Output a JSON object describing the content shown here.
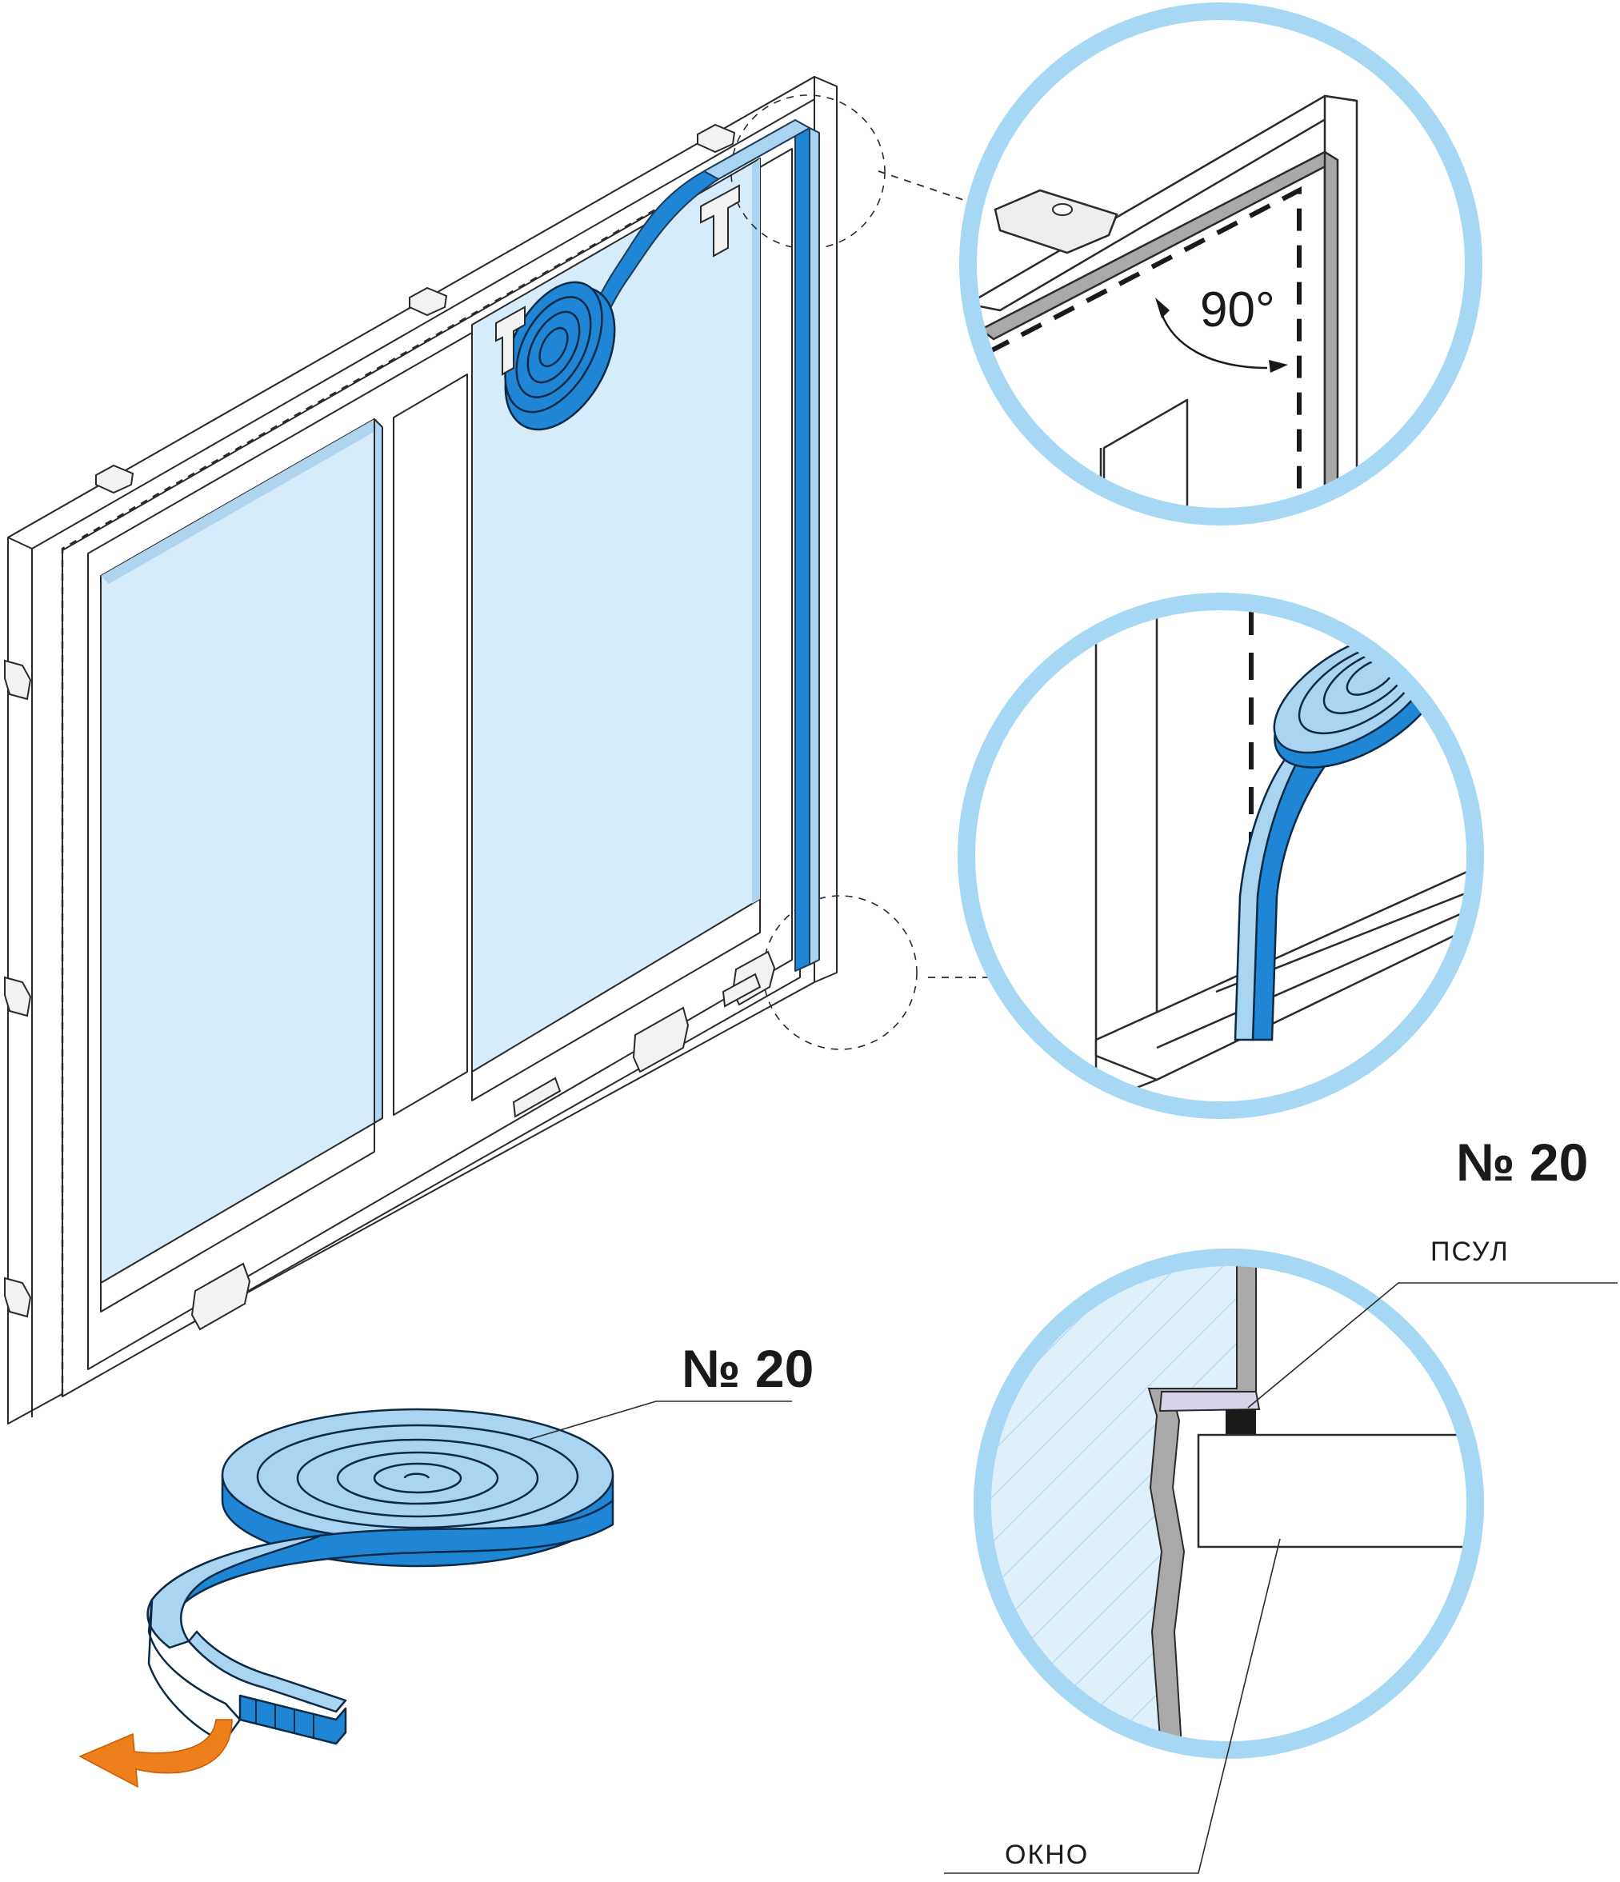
{
  "labels": {
    "product_number_top": "№ 20",
    "product_number_roll": "№ 20",
    "angle": "90°",
    "psul": "ПСУЛ",
    "window": "ОКНО"
  },
  "colors": {
    "tape_blue": "#1f86d6",
    "tape_light": "#a9d4f2",
    "glass": "#d6ecfa",
    "callout_ring": "#a6d8f5",
    "arrow": "#ef7f1a",
    "psul_fill": "#d9d3ea"
  },
  "icons": [
    "tape-roll-icon",
    "peel-arrow-icon"
  ]
}
